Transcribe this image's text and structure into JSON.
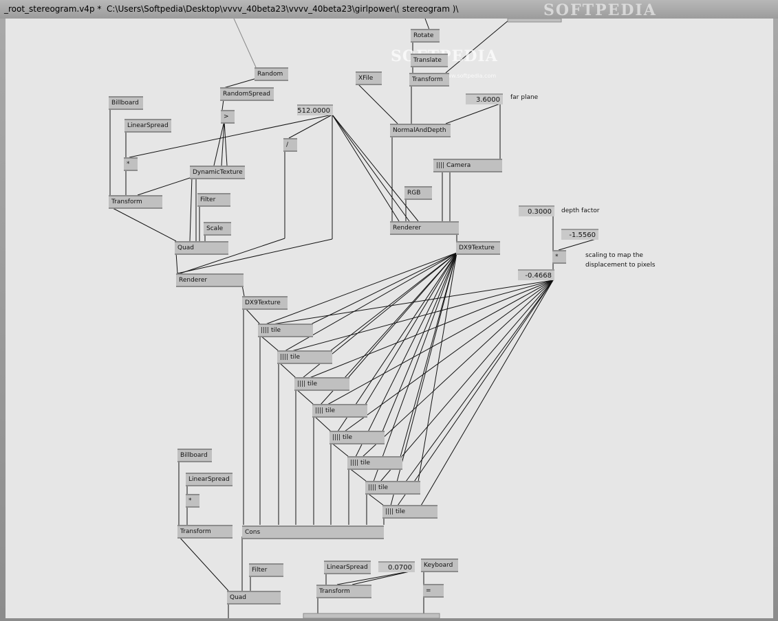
{
  "window": {
    "title": "_root_stereogram.v4p *  C:\\Users\\Softpedia\\Desktop\\vvvv_40beta23\\vvvv_40beta23\\girlpower\\( stereogram )\\",
    "watermark": "SOFTPEDIA"
  },
  "canvas_watermark": {
    "text": "SOFTPEDIA",
    "sub": "www.softpedia.com"
  },
  "nodes": {
    "rotate": "Rotate",
    "translate": "Translate",
    "transform_top": "Transform",
    "xfile": "XFile",
    "random": "Random",
    "randomspread": "RandomSpread",
    "greater": ">",
    "billboard_top": "Billboard",
    "linearspread_top": "LinearSpread",
    "mult_top": "*",
    "dynamictexture": "DynamicTexture",
    "divide": "/",
    "transform_left": "Transform",
    "filter_top": "Filter",
    "scale": "Scale",
    "quad_top": "Quad",
    "renderer_left": "Renderer",
    "dx9texture_left": "DX9Texture",
    "normalanddepth": "NormalAndDepth",
    "camera": "Camera",
    "rgb": "RGB",
    "renderer_right": "Renderer",
    "dx9texture_right": "DX9Texture",
    "mult_right": "*",
    "tile": "tile",
    "billboard_bottom": "Billboard",
    "linearspread_bottom": "LinearSpread",
    "mult_bottom": "*",
    "transform_bottom": "Transform",
    "cons": "Cons",
    "filter_bottom": "Filter",
    "quad_bottom": "Quad",
    "linearspread_lower": "LinearSpread",
    "transform_lower": "Transform",
    "keyboard": "Keyboard",
    "equals": "="
  },
  "values": {
    "v512": "512.0000",
    "far_plane": "3.6000",
    "depth_factor": "0.3000",
    "scale_a": "-1.5560",
    "scale_b": "-0.4668",
    "lower": "0.0700"
  },
  "comments": {
    "far_plane": "far plane",
    "depth_factor": "depth factor",
    "scaling": "scaling to map the\ndisplacement to pixels"
  }
}
